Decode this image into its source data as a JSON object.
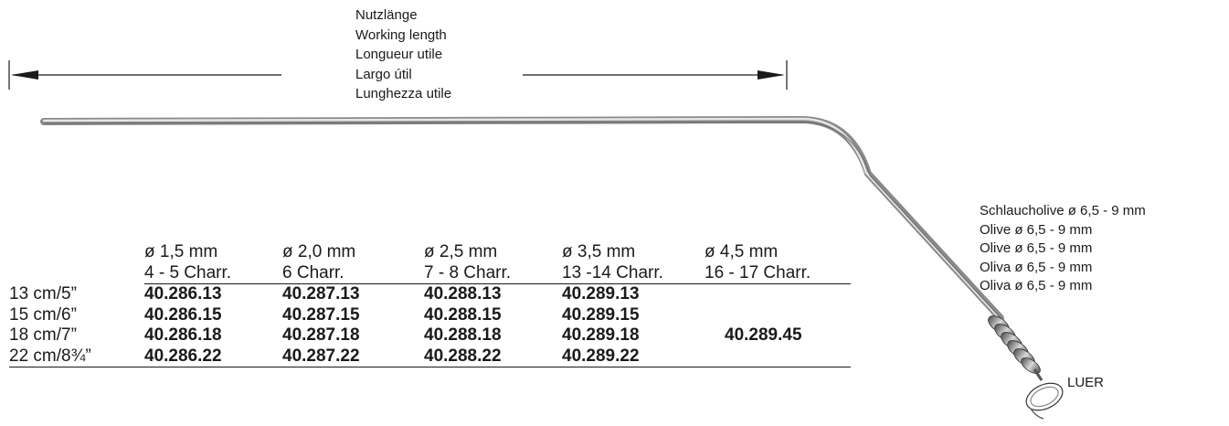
{
  "working_length": {
    "labels": [
      "Nutzlänge",
      "Working length",
      "Longueur utile",
      "Largo útil",
      "Lunghezza utile"
    ]
  },
  "olive": {
    "labels": [
      "Schlaucholive ø 6,5 - 9 mm",
      "Olive ø 6,5 - 9 mm",
      "Olive ø 6,5 - 9 mm",
      "Oliva ø 6,5 - 9 mm",
      "Oliva ø 6,5 - 9 mm"
    ]
  },
  "luer_label": "LUER",
  "table": {
    "diameters": [
      "ø 1,5 mm",
      "ø 2,0 mm",
      "ø 2,5 mm",
      "ø 3,5 mm",
      "ø 4,5 mm"
    ],
    "charr": [
      "4 - 5 Charr.",
      "6 Charr.",
      "7 - 8 Charr.",
      "13 -14 Charr.",
      "16 - 17 Charr."
    ],
    "rows": [
      {
        "length": "13 cm/5”",
        "cells": [
          "40.286.13",
          "40.287.13",
          "40.288.13",
          "40.289.13",
          ""
        ]
      },
      {
        "length": "15 cm/6”",
        "cells": [
          "40.286.15",
          "40.287.15",
          "40.288.15",
          "40.289.15",
          ""
        ]
      },
      {
        "length": "18 cm/7”",
        "cells": [
          "40.286.18",
          "40.287.18",
          "40.288.18",
          "40.289.18",
          "40.289.45"
        ]
      },
      {
        "length": "22 cm/8¾”",
        "cells": [
          "40.286.22",
          "40.287.22",
          "40.288.22",
          "40.289.22",
          ""
        ]
      }
    ]
  },
  "colors": {
    "text": "#1a1a1a",
    "instrument": "#9a9a9a",
    "instrument_highlight": "#e8e8e8"
  }
}
